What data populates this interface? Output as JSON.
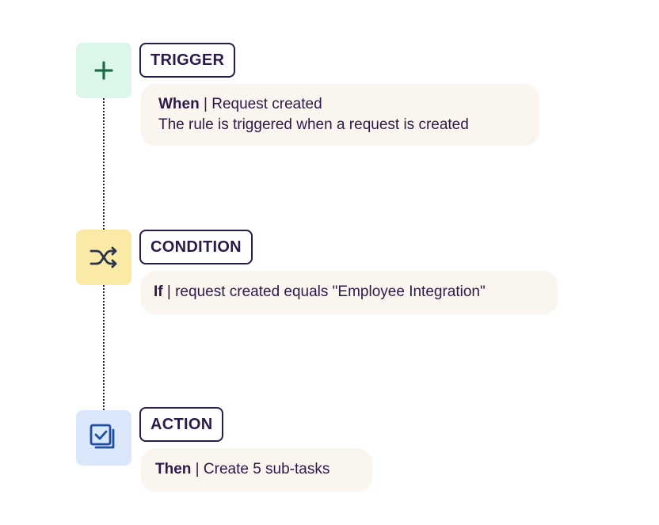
{
  "colors": {
    "text": "#2a1a4a",
    "trigger_bg": "#dcf6ea",
    "trigger_icon": "#1b6b45",
    "condition_bg": "#fbe9a6",
    "condition_icon": "#2a3550",
    "action_bg": "#dbe8fc",
    "action_icon": "#1f4fa0",
    "card_bg": "#faf5ee"
  },
  "steps": [
    {
      "icon": "plus-icon",
      "label": "TRIGGER",
      "keyword": "When",
      "separator": " | ",
      "text": "Request created",
      "description": "The rule is triggered when a request is created"
    },
    {
      "icon": "shuffle-icon",
      "label": "CONDITION",
      "keyword": "If",
      "separator": " | ",
      "text": "request created equals \"Employee Integration\""
    },
    {
      "icon": "checklist-icon",
      "label": "ACTION",
      "keyword": "Then",
      "separator": " | ",
      "text": "Create 5 sub-tasks"
    }
  ]
}
